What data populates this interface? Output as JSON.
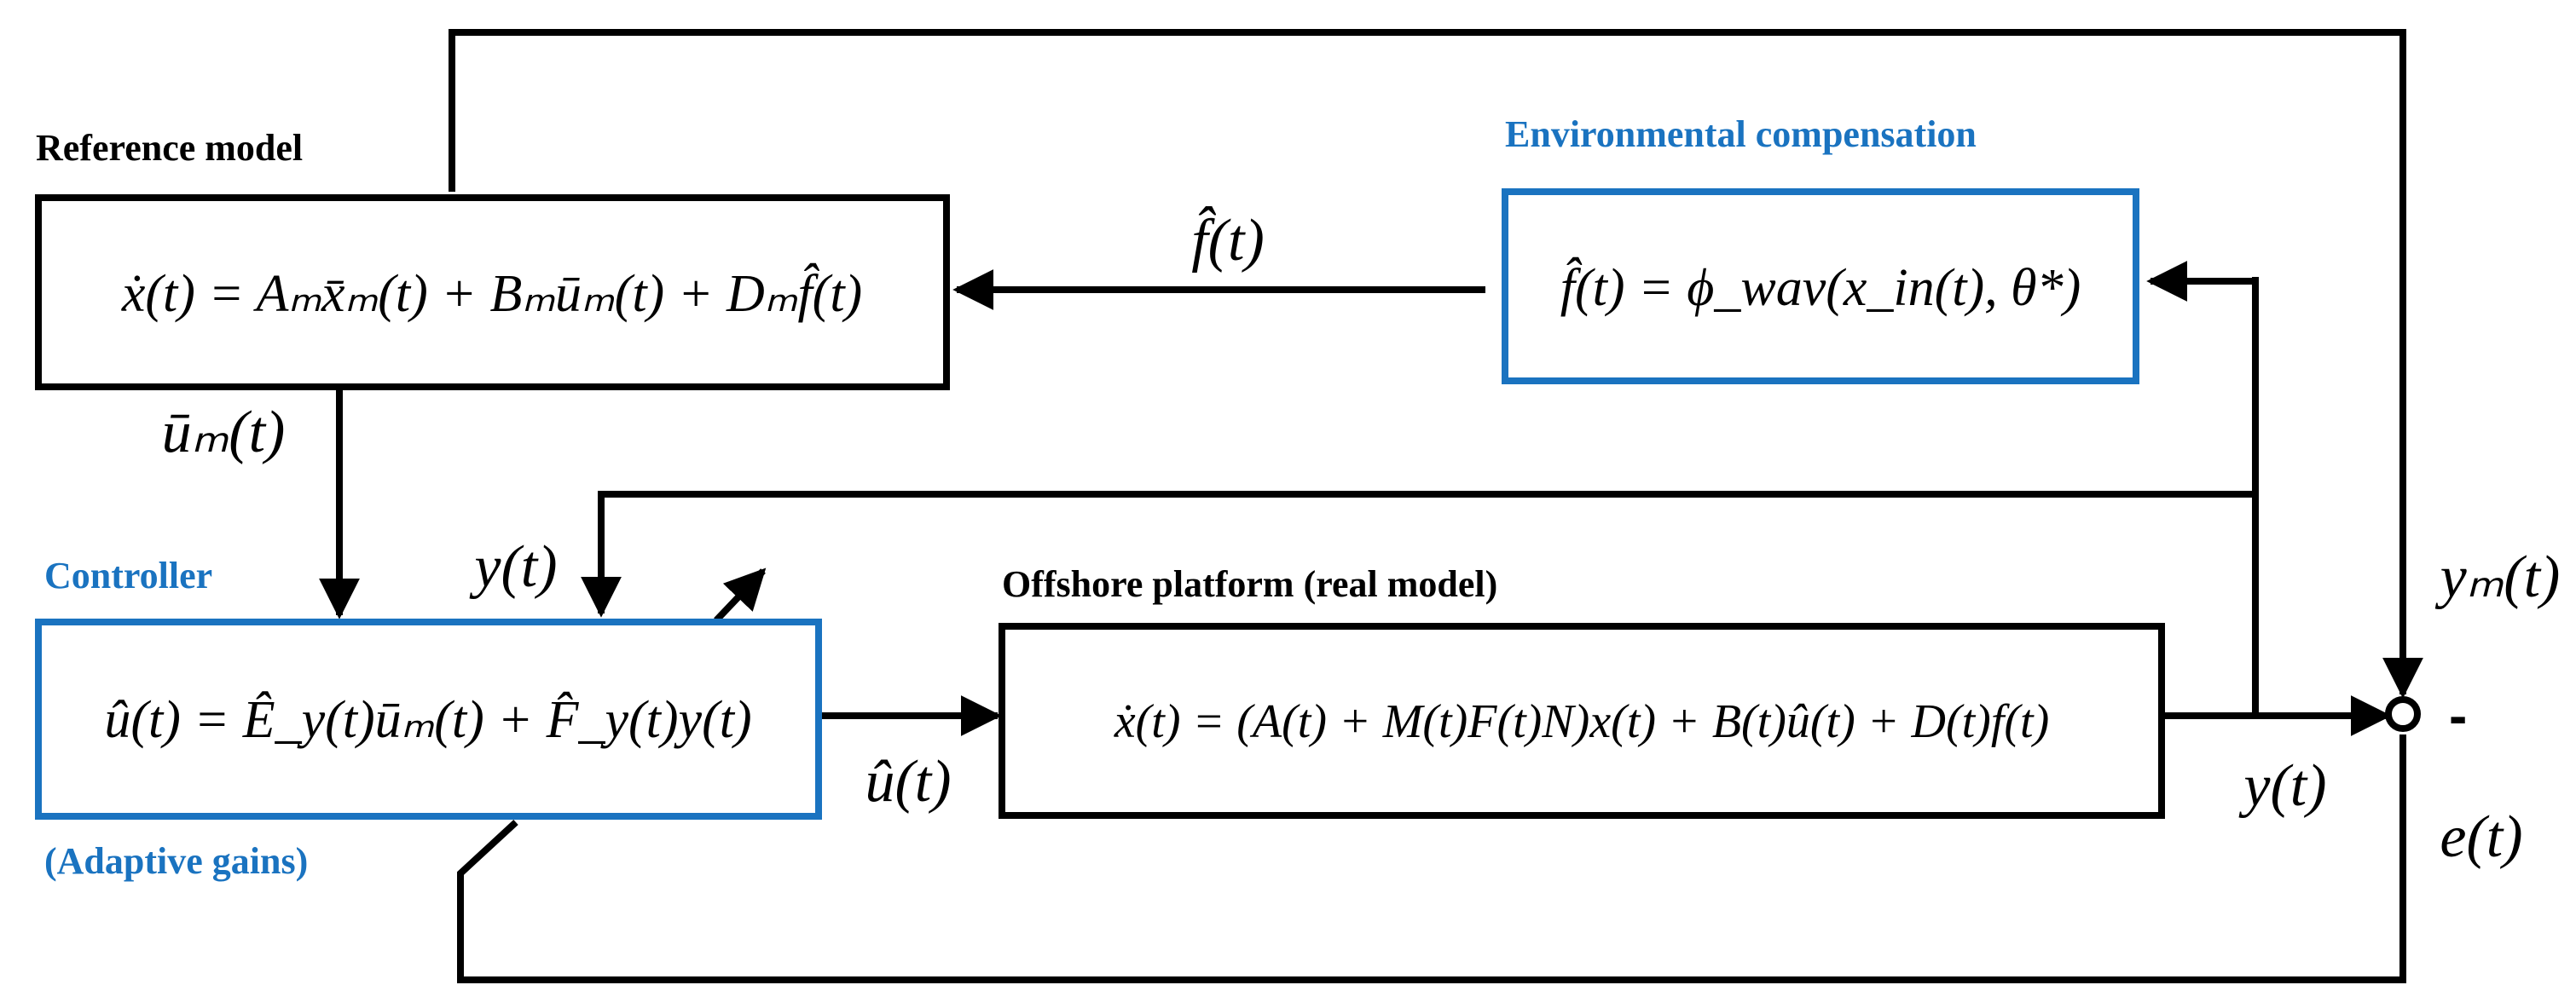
{
  "blocks": {
    "reference_model": {
      "title": "Reference model",
      "equation": "ẋ(t) = Aₘx̄ₘ(t) + Bₘūₘ(t) + Dₘf̂(t)"
    },
    "environmental_compensation": {
      "title": "Environmental compensation",
      "equation": "f̂(t) = ϕ_wav(x_in(t), θ*)"
    },
    "controller": {
      "title": "Controller",
      "subtitle": "(Adaptive gains)",
      "equation": "û(t) = Ê_y(t)ūₘ(t) + F̂_y(t)y(t)"
    },
    "plant": {
      "title": "Offshore platform (real model)",
      "equation": "ẋ(t) = (A(t) + M(t)F(t)N)x(t) + B(t)û(t) + D(t)f(t)"
    }
  },
  "signals": {
    "f_hat": "f̂(t)",
    "u_m_bar": "ūₘ(t)",
    "y_feedback": "y(t)",
    "u_hat": "û(t)",
    "y_output": "y(t)",
    "y_m": "yₘ(t)",
    "error": "e(t)",
    "minus_sign": "-"
  },
  "colors": {
    "accent_blue": "#1a73c0",
    "line": "#000000"
  }
}
